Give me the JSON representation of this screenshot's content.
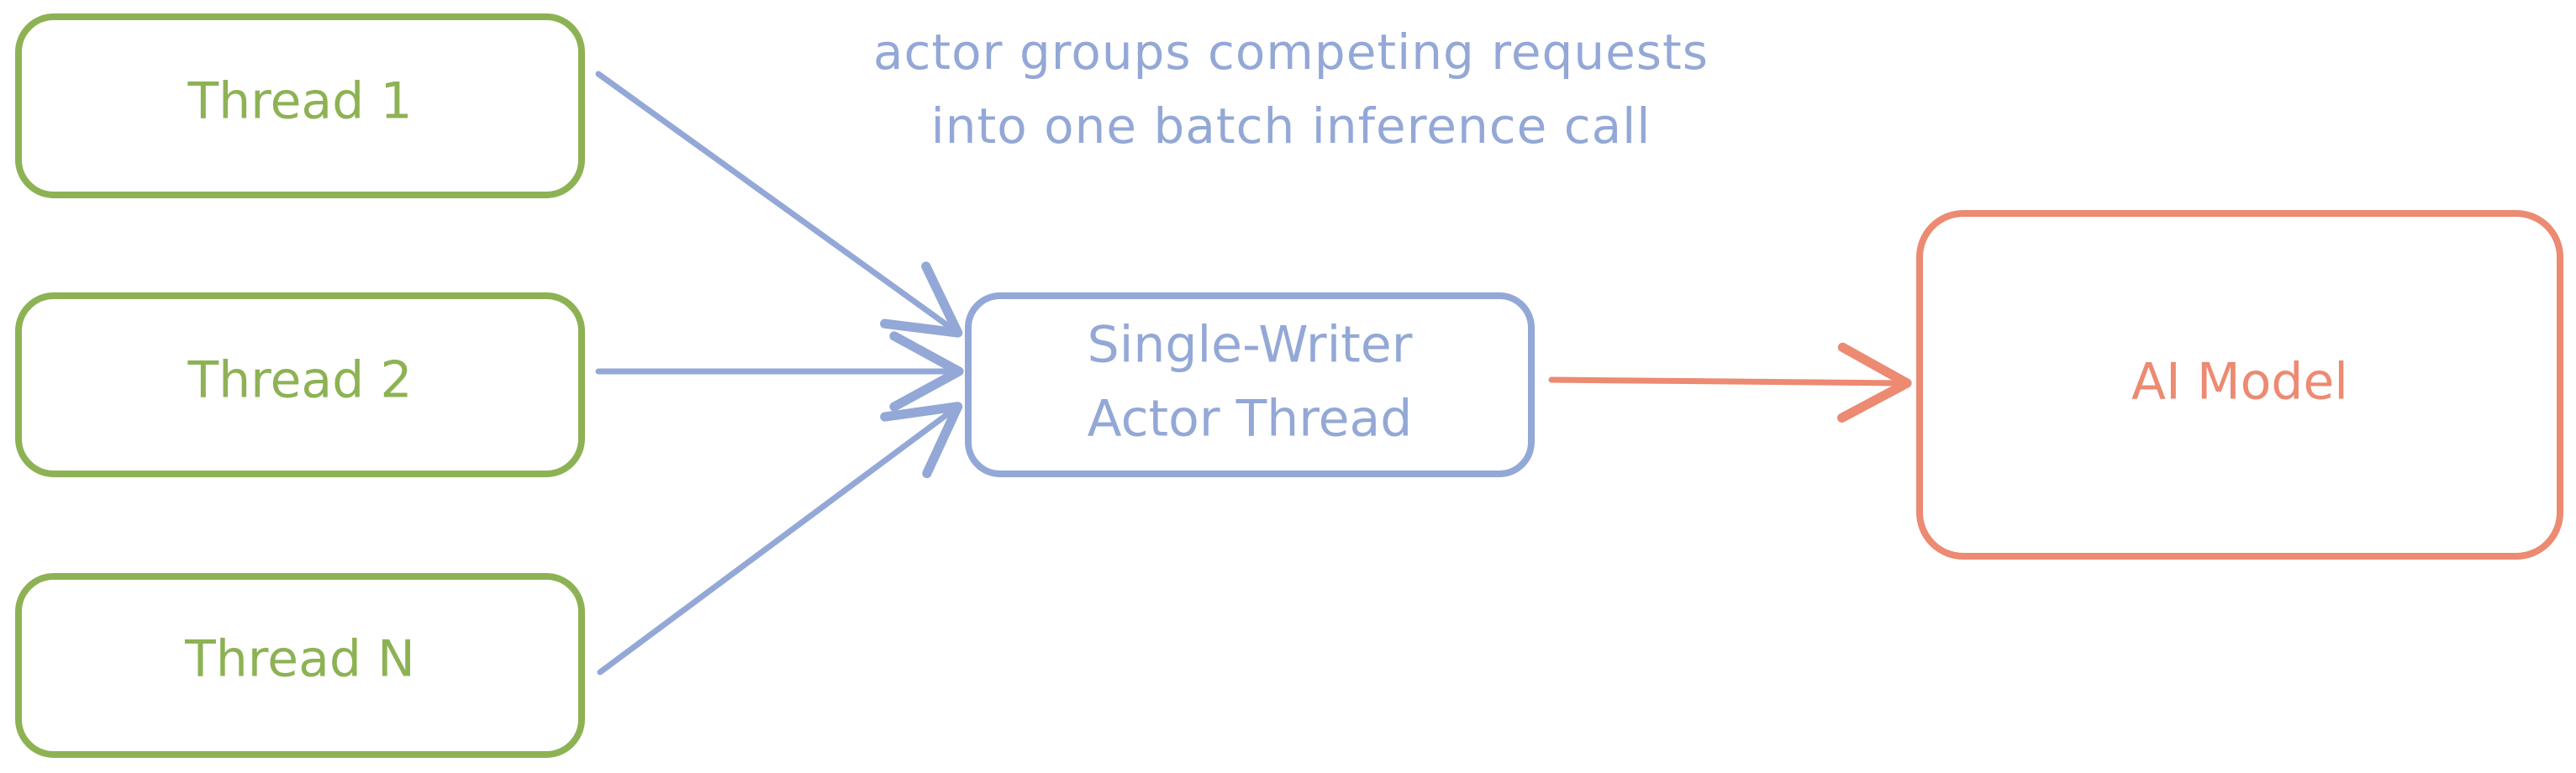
{
  "diagram": {
    "annotation": {
      "line1": "actor groups competing requests",
      "line2": "into one batch inference call"
    },
    "nodes": {
      "thread1": "Thread 1",
      "thread2": "Thread 2",
      "threadN": "Thread N",
      "actor": {
        "line1": "Single-Writer",
        "line2": "Actor Thread"
      },
      "model": "AI Model"
    },
    "colors": {
      "thread": "#8db254",
      "actor": "#93a8d6",
      "model": "#ec8a72",
      "annotation": "#93a8d6"
    }
  }
}
